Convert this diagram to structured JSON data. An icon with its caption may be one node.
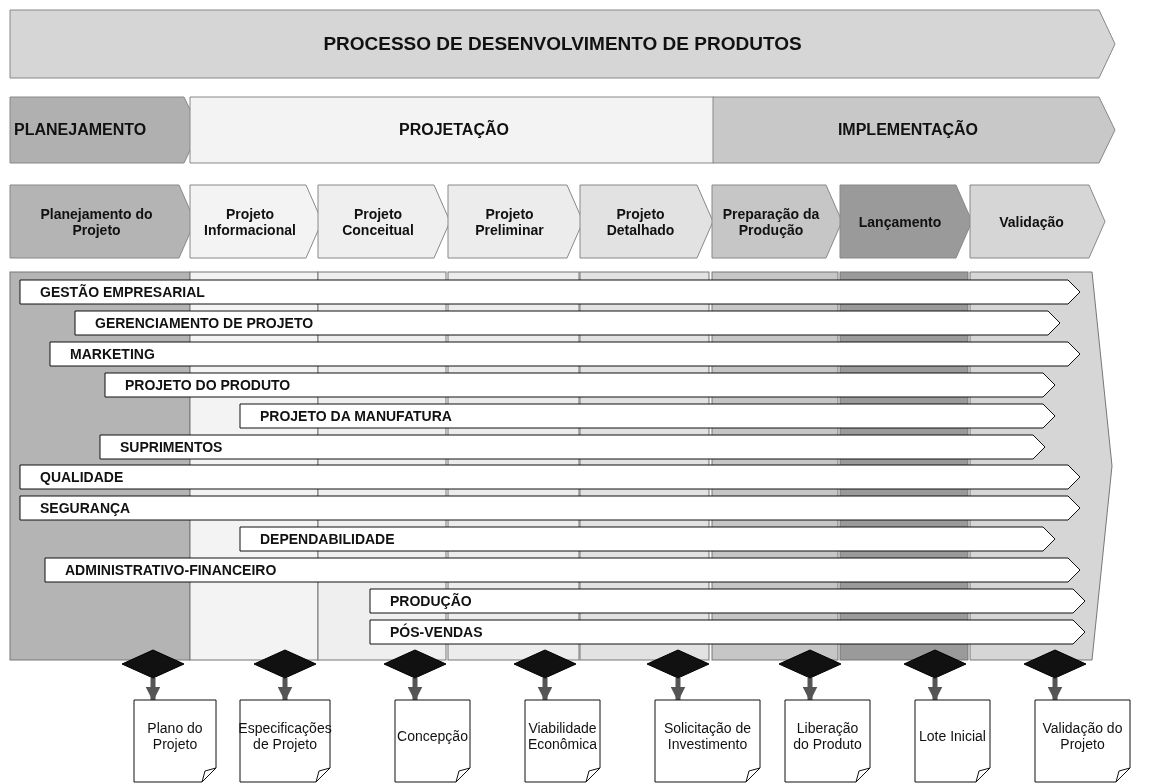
{
  "diagram": {
    "nodes": [
      {
        "text": [
          "PROCESSO DE DESENVOLVIMENTO DE PRODUTOS"
        ]
      },
      {
        "text": [
          "PLANEJAMENTO"
        ]
      },
      {
        "text": [
          "PROJETAÇÃO"
        ]
      },
      {
        "text": [
          "IMPLEMENTAÇÃO"
        ]
      },
      {
        "text": [
          "Planejamento do Projeto"
        ]
      },
      {
        "text": [
          "Projeto Informacional"
        ]
      },
      {
        "text": [
          "Projeto Conceitual"
        ]
      },
      {
        "text": [
          "Projeto Preliminar"
        ]
      },
      {
        "text": [
          "Projeto Detalhado"
        ]
      },
      {
        "text": [
          "Preparação da Produção"
        ]
      },
      {
        "text": [
          "Lançamento"
        ]
      },
      {
        "text": [
          "Validação"
        ]
      },
      {
        "text": [
          "GESTÃO EMPRESARIAL"
        ]
      },
      {
        "text": [
          "GERENCIAMENTO DE PROJETO"
        ]
      },
      {
        "text": [
          "MARKETING"
        ]
      },
      {
        "text": [
          "PROJETO DO PRODUTO"
        ]
      },
      {
        "text": [
          "PROJETO DA MANUFATURA"
        ]
      },
      {
        "text": [
          "SUPRIMENTOS"
        ]
      },
      {
        "text": [
          "QUALIDADE"
        ]
      },
      {
        "text": [
          "SEGURANÇA"
        ]
      },
      {
        "text": [
          "DEPENDABILIDADE"
        ]
      },
      {
        "text": [
          "ADMINISTRATIVO-FINANCEIRO"
        ]
      },
      {
        "text": [
          "PRODUÇÃO"
        ]
      },
      {
        "text": [
          "PÓS-VENDAS"
        ]
      },
      {
        "text": [],
        "shape": "diamond"
      },
      {
        "text": [],
        "shape": "diamond"
      },
      {
        "text": [],
        "shape": "diamond"
      },
      {
        "text": [],
        "shape": "diamond"
      },
      {
        "text": [],
        "shape": "diamond"
      },
      {
        "text": [],
        "shape": "diamond"
      },
      {
        "text": [],
        "shape": "diamond"
      },
      {
        "text": [],
        "shape": "diamond"
      },
      {
        "text": [
          "Plano do Projeto"
        ]
      },
      {
        "text": [
          "Especificações de Projeto"
        ]
      },
      {
        "text": [
          "Concepção"
        ]
      },
      {
        "text": [
          "Viabilidade Econômica"
        ]
      },
      {
        "text": [
          "Solicitação de Investimento"
        ]
      },
      {
        "text": [
          "Liberação do Produto"
        ]
      },
      {
        "text": [
          "Lote Inicial"
        ]
      },
      {
        "text": [
          "Validação do Projeto"
        ]
      },
      {
        "text": [],
        "shape": "box"
      },
      {
        "text": [],
        "shape": "box"
      },
      {
        "text": [],
        "shape": "box"
      },
      {
        "text": [],
        "shape": "box"
      },
      {
        "text": [],
        "shape": "box"
      },
      {
        "text": [],
        "shape": "box"
      },
      {
        "text": [],
        "shape": "box"
      },
      {
        "text": [],
        "shape": "chevron"
      }
    ],
    "edges": [
      {
        "from": 24,
        "to": 32,
        "arrow": "to"
      },
      {
        "from": 25,
        "to": 33,
        "arrow": "to"
      },
      {
        "from": 26,
        "to": 34,
        "arrow": "to"
      },
      {
        "from": 27,
        "to": 35,
        "arrow": "to"
      },
      {
        "from": 28,
        "to": 36,
        "arrow": "to"
      },
      {
        "from": 29,
        "to": 37,
        "arrow": "to"
      },
      {
        "from": 30,
        "to": 38,
        "arrow": "to"
      },
      {
        "from": 31,
        "to": 39,
        "arrow": "to"
      }
    ]
  }
}
